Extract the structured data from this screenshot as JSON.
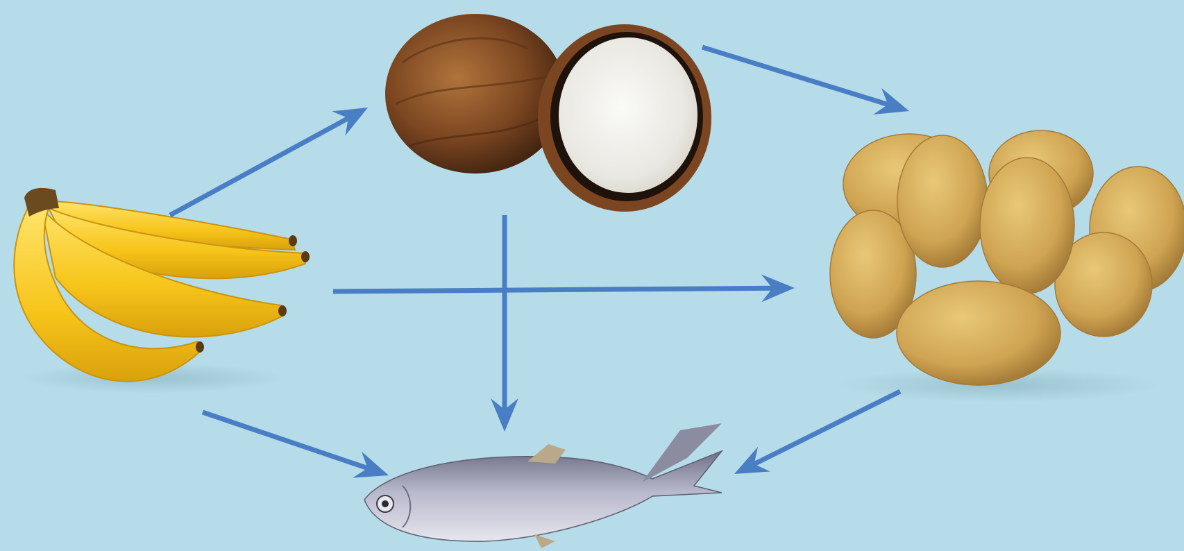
{
  "diagram": {
    "background": "#b5dce8",
    "arrow_color": "#4a7ec4",
    "nodes": [
      {
        "id": "banana",
        "icon": "banana-bunch-icon"
      },
      {
        "id": "coconut",
        "icon": "coconut-icon"
      },
      {
        "id": "potato",
        "icon": "potatoes-icon"
      },
      {
        "id": "fish",
        "icon": "fish-icon"
      }
    ],
    "edges": [
      {
        "from": "banana",
        "to": "coconut"
      },
      {
        "from": "banana",
        "to": "potato"
      },
      {
        "from": "banana",
        "to": "fish"
      },
      {
        "from": "coconut",
        "to": "potato"
      },
      {
        "from": "coconut",
        "to": "fish"
      },
      {
        "from": "potato",
        "to": "fish"
      }
    ]
  }
}
